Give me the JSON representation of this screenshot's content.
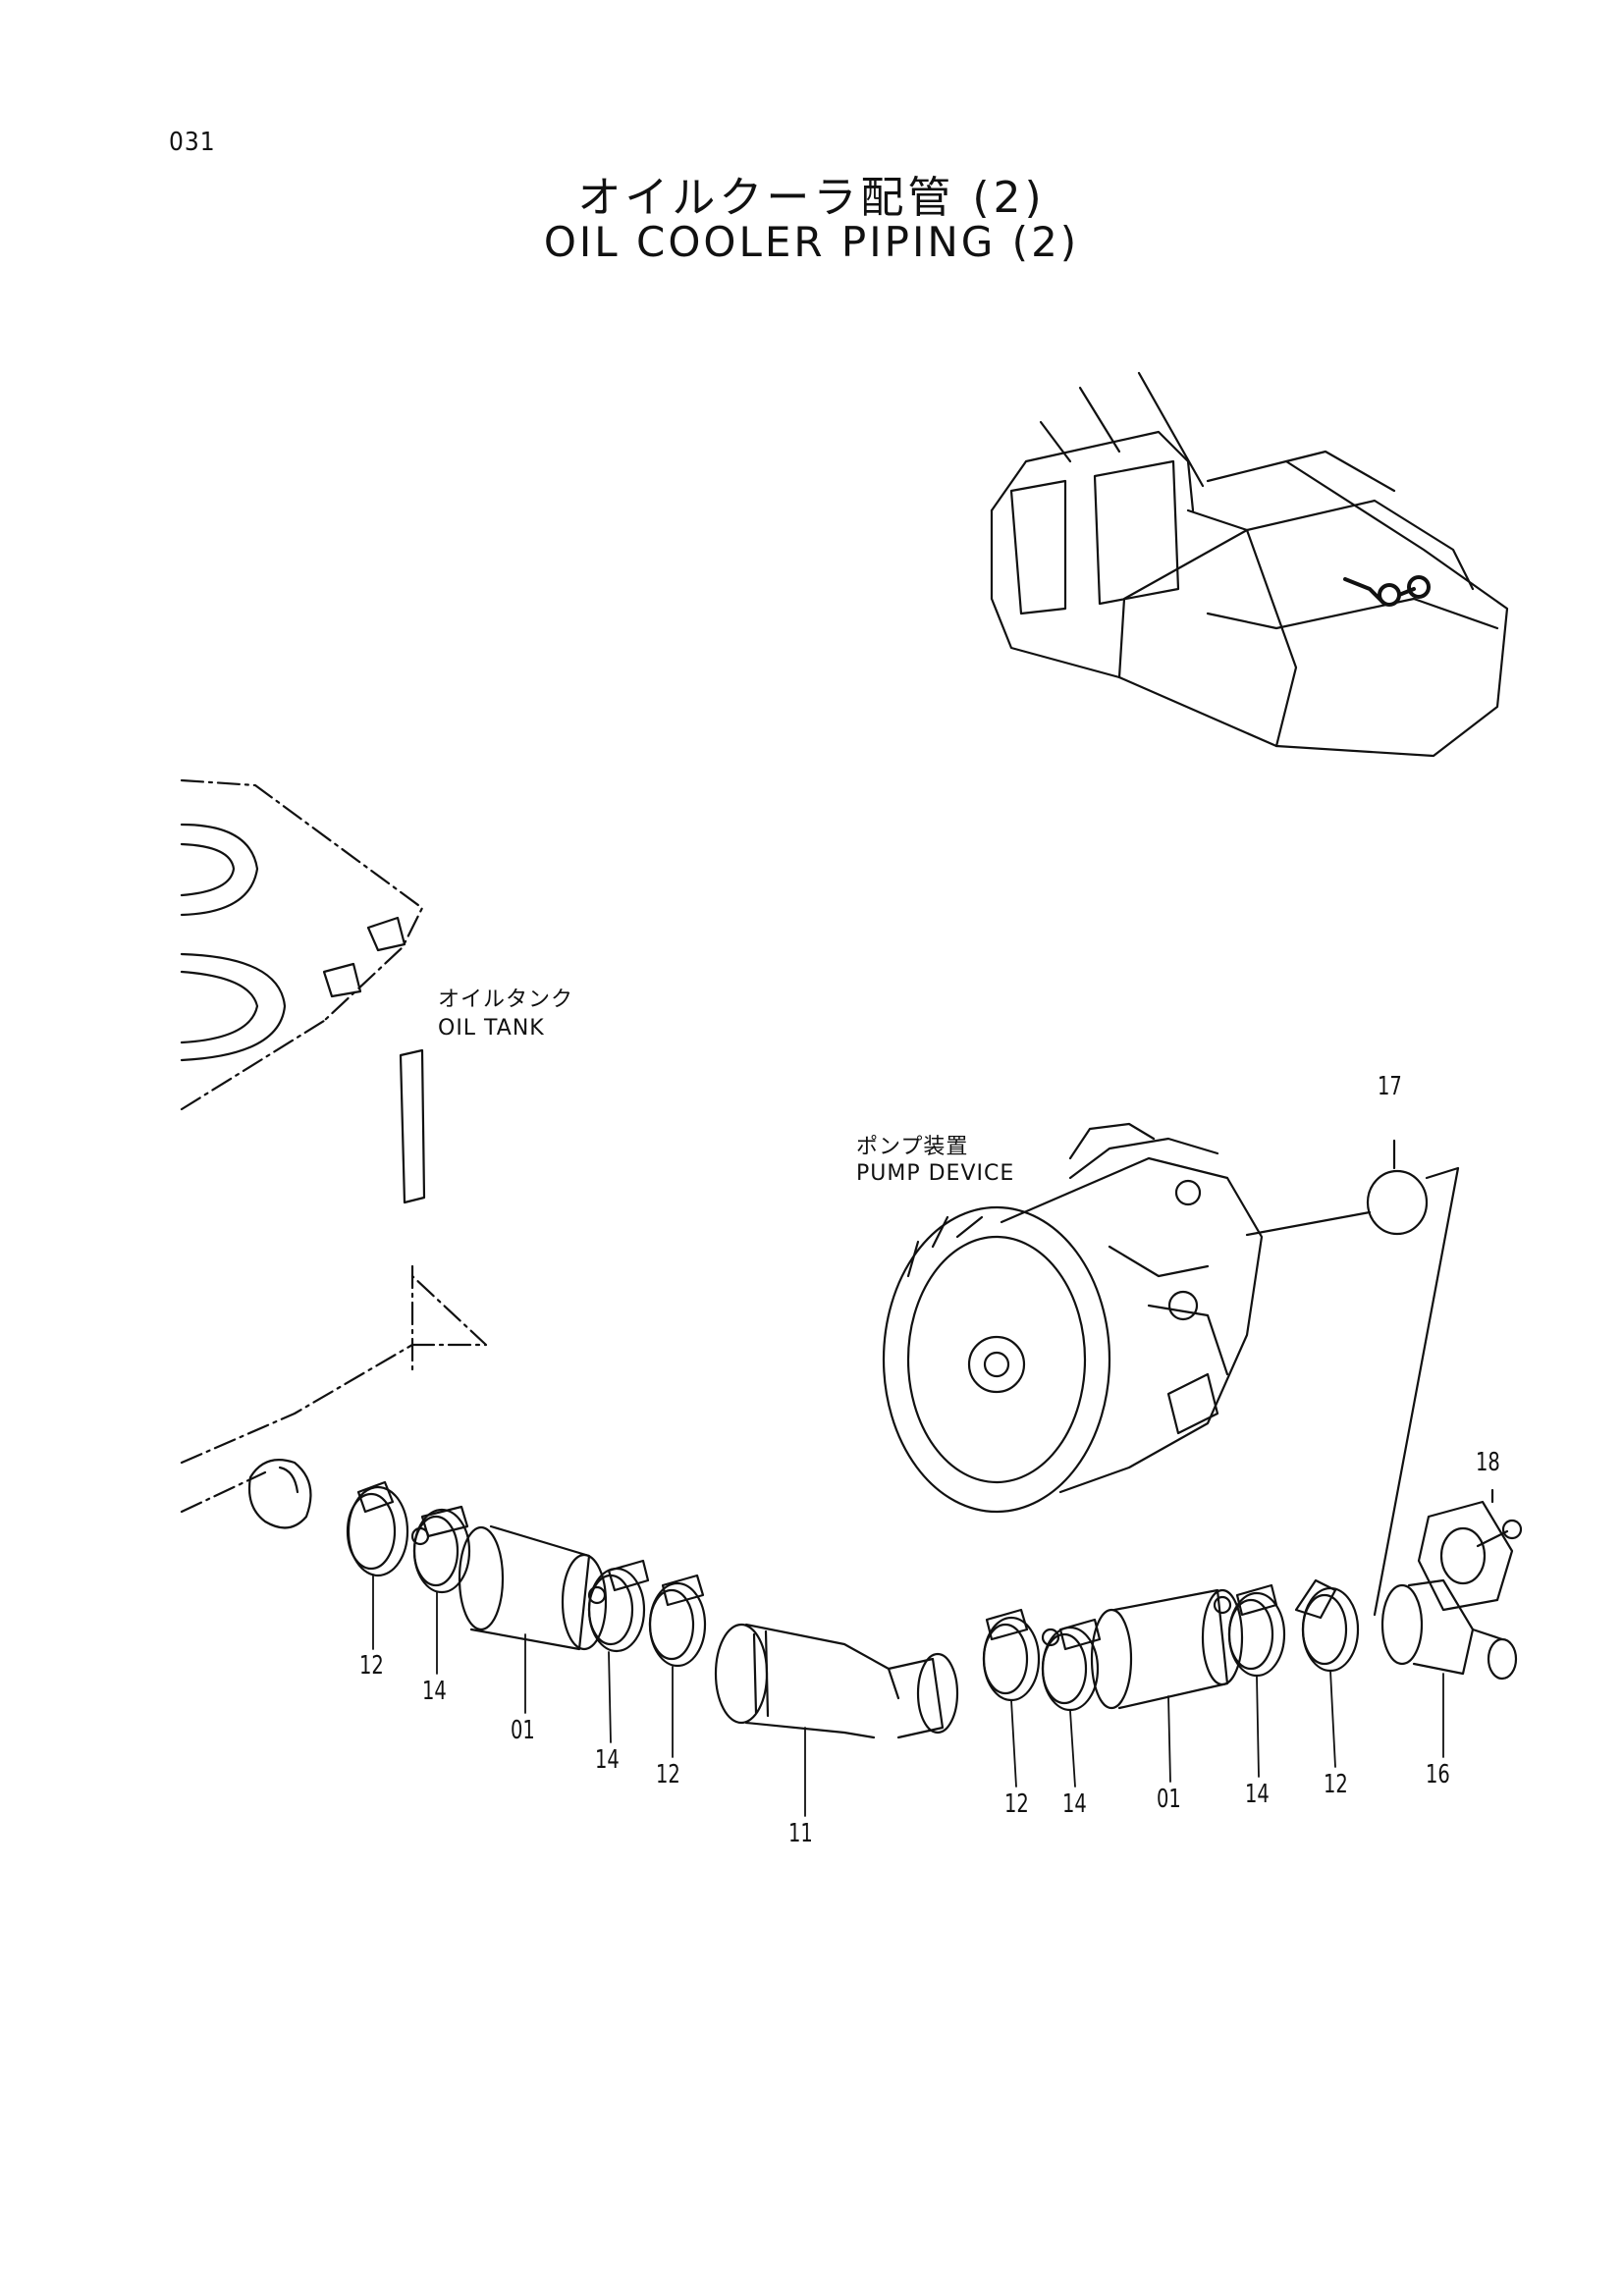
{
  "page_number": "031",
  "title_ja": "オイルクーラ配管 (2)",
  "title_en": "OIL COOLER PIPING (2)",
  "labels": {
    "oil_tank_ja": "オイルタンク",
    "oil_tank_en": "OIL TANK",
    "pump_ja": "ポンプ装置",
    "pump_en": "PUMP DEVICE"
  },
  "callouts": [
    "17",
    "18",
    "12",
    "14",
    "01",
    "14",
    "12",
    "11",
    "12",
    "14",
    "01",
    "14",
    "12",
    "16"
  ],
  "colors": {
    "line": "#111111",
    "paper": "#ffffff"
  }
}
